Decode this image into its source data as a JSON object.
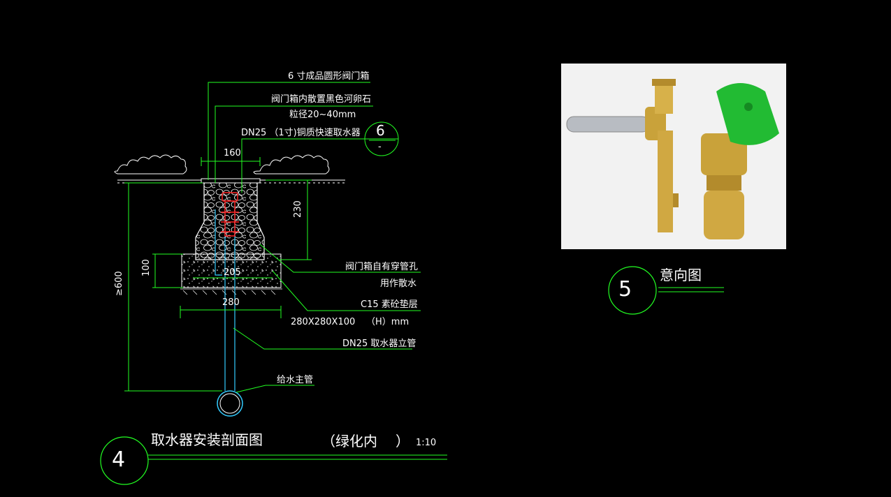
{
  "colors": {
    "background": "#000000",
    "leader": "#22ff22",
    "pipe": "#33ccff",
    "valve": "#ff2222",
    "linework": "#ffffff",
    "photo_bg": "#f2f2f2",
    "brass": "#c9a23a",
    "lid_green": "#22bb33"
  },
  "section": {
    "callouts": {
      "valve_box": "6 寸成品圆形阀门箱",
      "pebbles": "阀门箱内散置黑色河卵石",
      "pebble_size": "粒径20~40mm",
      "quick_coupler": "DN25 （1寸)铜质快速取水器",
      "drain_hole_1": "阀门箱自有穿管孔",
      "drain_hole_2": "用作散水",
      "concrete": "C15 素砼垫层",
      "concrete_size": "280X280X100",
      "concrete_unit": "（H）mm",
      "riser": "DN25 取水器立管",
      "main_pipe": "给水主管"
    },
    "dimensions": {
      "width_160": "160",
      "height_230": "230",
      "height_100": "100",
      "width_205": "205",
      "width_280": "280",
      "depth": "≥600"
    },
    "detail_ref": {
      "number": "6",
      "sheet": "-"
    }
  },
  "title_left": {
    "number": "4",
    "title": "取水器安装剖面图",
    "subtitle_open": "（绿化内",
    "subtitle_close": "）",
    "scale": "1:10"
  },
  "title_right": {
    "number": "5",
    "title": "意向图"
  },
  "photo": {
    "icons": [
      "quick-coupler-key",
      "quick-coupler-valve"
    ]
  }
}
